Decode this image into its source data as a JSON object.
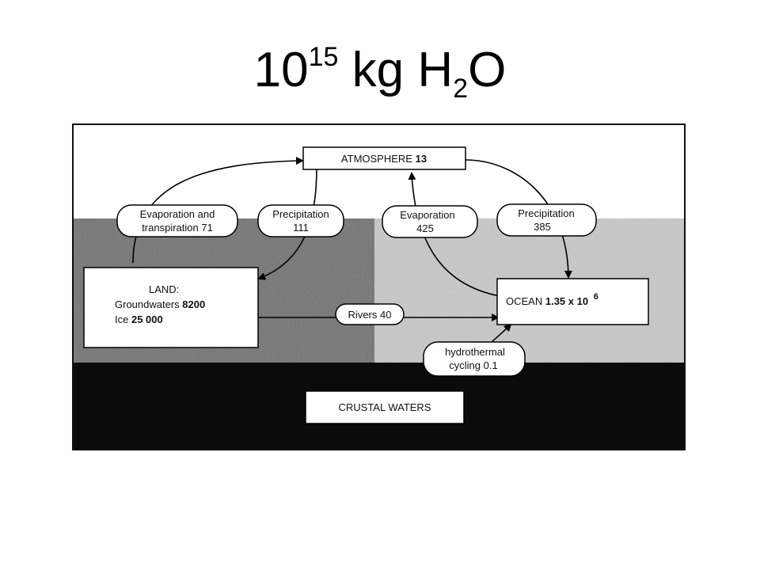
{
  "title": {
    "base": "10",
    "exponent": "15",
    "unit_prefix": " kg H",
    "subscript": "2",
    "suffix": "O"
  },
  "reservoirs": {
    "atmosphere": {
      "label": "ATMOSPHERE",
      "value": "13"
    },
    "land": {
      "heading": "LAND:",
      "groundwaters_label": "Groundwaters",
      "groundwaters_value": "8200",
      "ice_label": "Ice",
      "ice_value": "25 000"
    },
    "ocean": {
      "label": "OCEAN",
      "value": "1.35 x 10",
      "exponent": "6"
    },
    "crustal": {
      "label": "CRUSTAL WATERS"
    }
  },
  "fluxes": {
    "land_evaporation": {
      "line1": "Evaporation and",
      "line2": "transpiration 71"
    },
    "land_precipitation": {
      "line1": "Precipitation",
      "line2": "111"
    },
    "ocean_evaporation": {
      "line1": "Evaporation",
      "line2": "425"
    },
    "ocean_precipitation": {
      "line1": "Precipitation",
      "line2": "385"
    },
    "rivers": {
      "label": "Rivers 40"
    },
    "hydrothermal": {
      "line1": "hydrothermal",
      "line2": "cycling 0.1"
    }
  },
  "colors": {
    "land_zone": "#6e6e6e",
    "ocean_zone": "#c9c9c9",
    "crust_zone": "#0b0b0b",
    "sky_zone": "#ffffff"
  }
}
